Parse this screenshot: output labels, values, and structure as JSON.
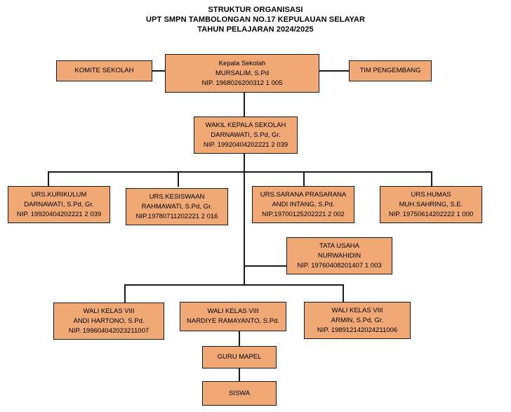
{
  "title": {
    "line1": "STRUKTUR ORGANISASI",
    "line2": "UPT SMPN TAMBOLONGAN NO.17 KEPULAUAN SELAYAR",
    "line3": "TAHUN PELAJARAN 2024/2025"
  },
  "colors": {
    "node_fill": "#F0A875",
    "node_border": "#1a1a1a",
    "line": "#1a1a1a",
    "text": "#000000",
    "background": "#ffffff"
  },
  "nodes": {
    "komite_sekolah": {
      "line1": "KOMITE SEKOLAH"
    },
    "kepala_sekolah": {
      "line1": "Kepala Sekolah",
      "line2": "MURSALIM, S.Pd",
      "line3": "NIP. 1968026200312 1 005"
    },
    "tim_pengembang": {
      "line1": "TIM PENGEMBANG"
    },
    "wakil_kepala_sekolah": {
      "line1": "WAKIL KEPALA SEKOLAH",
      "line2": "DARNAWATI, S.Pd, Gr.",
      "line3": "NIP. 19920404202221 2 039"
    },
    "urs_kurikulum": {
      "line1": "URS.KURIKULUM",
      "line2": "DARNAWATI, S.Pd, Gr.",
      "line3": "NIP. 19920404202221 2 039"
    },
    "urs_kesiswaan": {
      "line1": "URS.KESISWAAN",
      "line2": "RAHMAWATI, S.Pd, Gr.",
      "line3": "NIP.19780711202221 2 016"
    },
    "urs_sarana_prasarana": {
      "line1": "URS.SARANA PRASARANA",
      "line2": "ANDI INTANG, S.Pd.",
      "line3": "NIP.19700125202221 2 002"
    },
    "urs_humas": {
      "line1": "URS.HUMAS",
      "line2": "MUH.SAHRING, S.E.",
      "line3": "NIP. 19750614202222 1 000"
    },
    "tata_usaha": {
      "line1": "TATA USAHA",
      "line2": "NURWAHIDIN",
      "line3": "NIP. 19760408201407 1 003"
    },
    "wali_kelas_1": {
      "line1": "WALI KELAS VIII",
      "line2": "ANDI HARTONO, S.Pd.",
      "line3": "NIP. 199604042023211007"
    },
    "wali_kelas_2": {
      "line1": "WALI KELAS VIII",
      "line2": "NARDIYE RAMAYANTO, S.Pd."
    },
    "wali_kelas_3": {
      "line1": "WALI KELAS VIII",
      "line2": "ARMIN, S.Pd, Gr.",
      "line3": "NIP. 198912142024211006"
    },
    "guru_mapel": {
      "line1": "GURU MAPEL"
    },
    "siswa": {
      "line1": "SISWA"
    }
  }
}
